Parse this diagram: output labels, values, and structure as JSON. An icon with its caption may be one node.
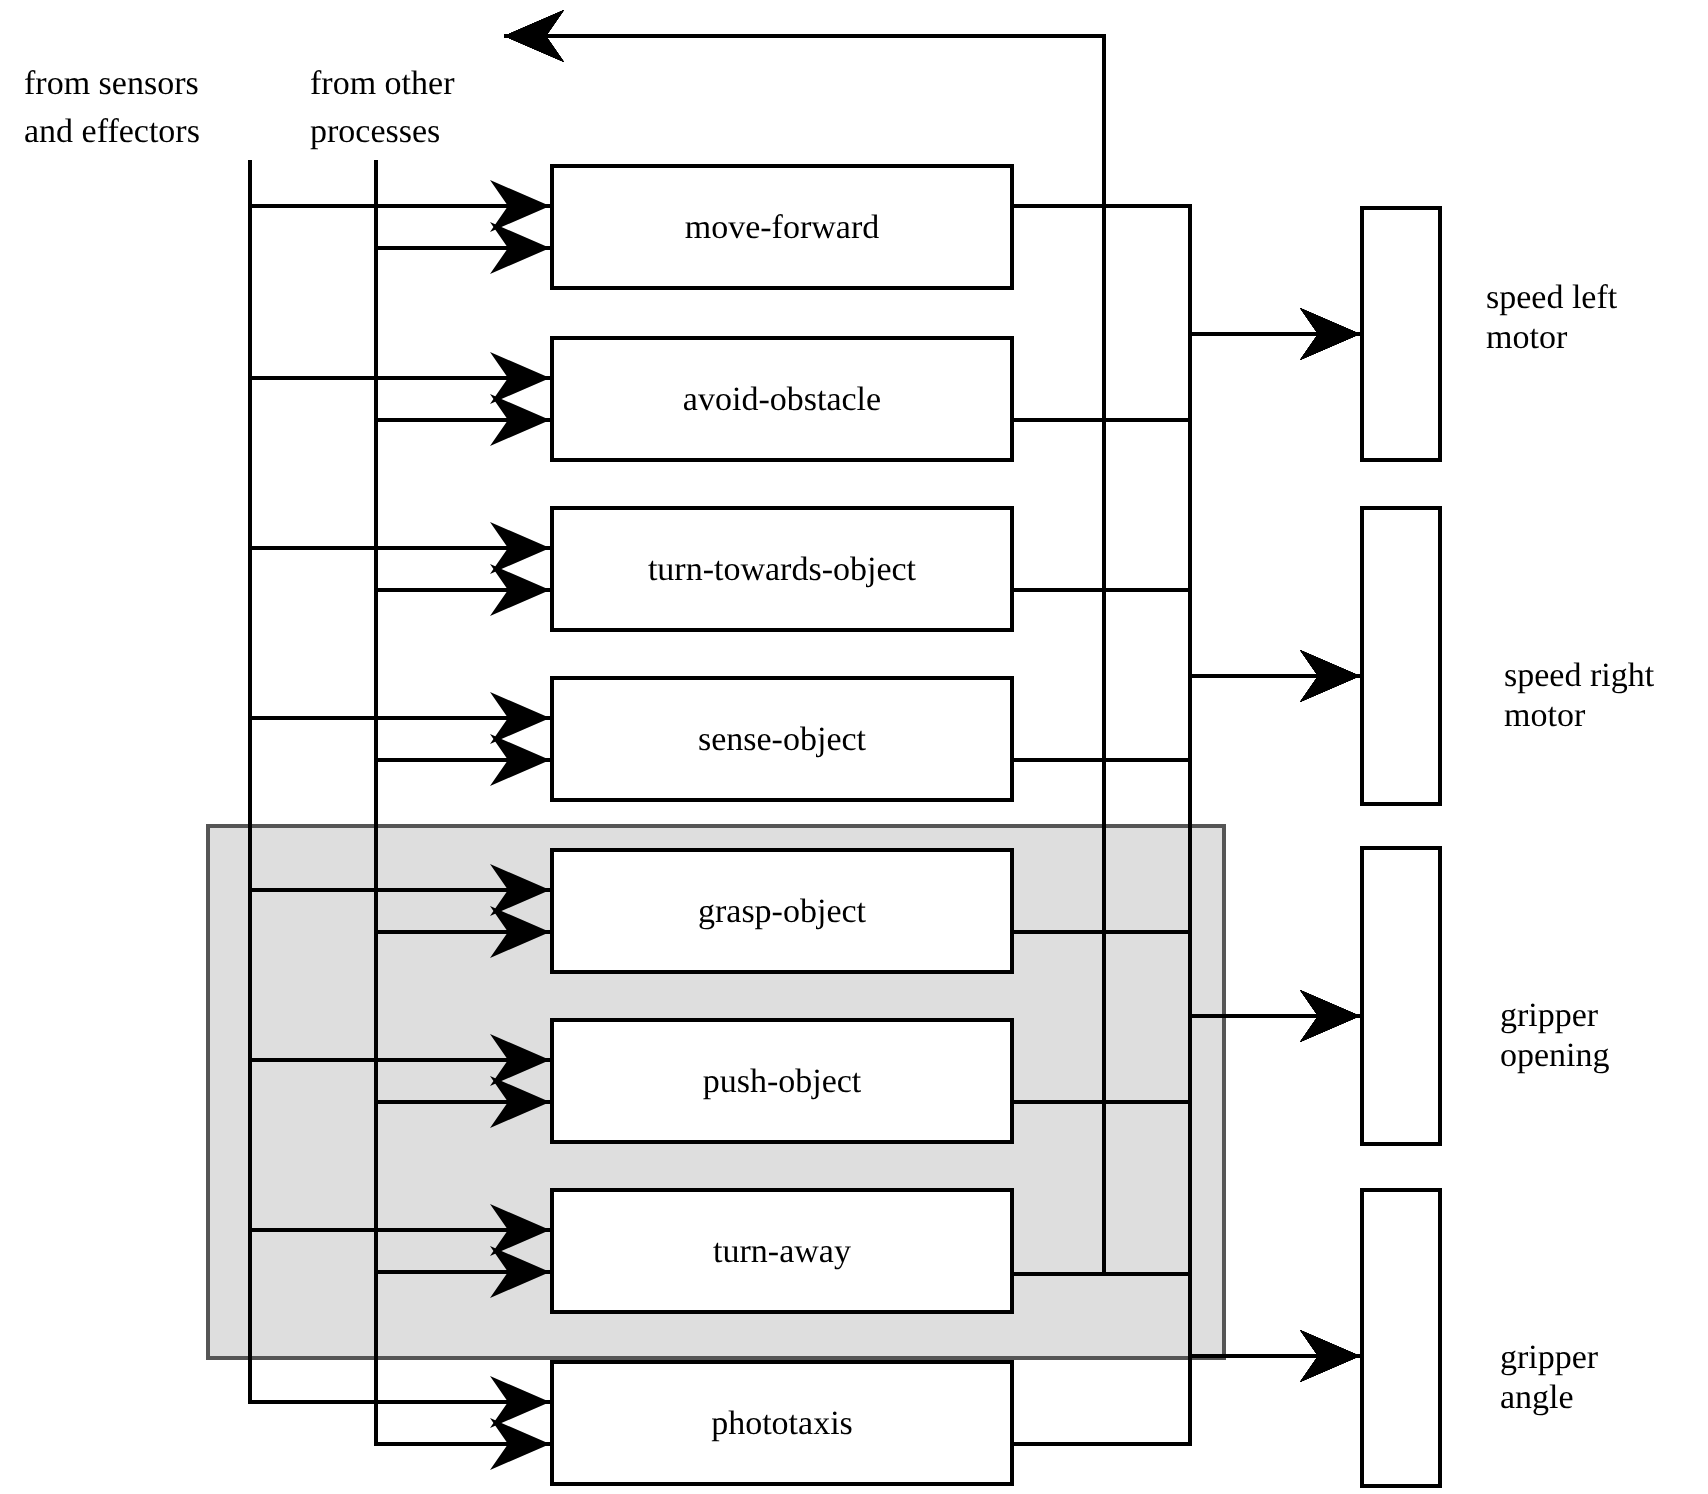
{
  "diagram": {
    "nodes": [
      {
        "text": [
          "from sensors and effectors"
        ]
      },
      {
        "text": [
          "from other processes"
        ]
      },
      {
        "text": [
          "move-forward"
        ]
      },
      {
        "text": [
          "avoid-obstacle"
        ]
      },
      {
        "text": [
          "turn-towards-object"
        ]
      },
      {
        "text": [
          "sense-object"
        ]
      },
      {
        "text": [],
        "shape": "box"
      },
      {
        "text": [
          "grasp-object"
        ],
        "in": 6
      },
      {
        "text": [
          "push-object"
        ],
        "in": 6
      },
      {
        "text": [
          "turn-away"
        ],
        "in": 6
      },
      {
        "text": [
          "phototaxis"
        ]
      },
      {
        "text": [],
        "shape": "bar",
        "beside": [
          "speed left motor"
        ]
      },
      {
        "text": [],
        "shape": "bar",
        "beside": [
          "speed right motor"
        ]
      },
      {
        "text": [],
        "shape": "bar",
        "beside": [
          "gripper opening"
        ]
      },
      {
        "text": [],
        "shape": "bar",
        "beside": [
          "gripper angle"
        ]
      }
    ],
    "edges": [
      {
        "from": 0,
        "to": 2,
        "arrow": "to"
      },
      {
        "from": 1,
        "to": 2,
        "arrow": "to"
      },
      {
        "from": 0,
        "to": 3,
        "arrow": "to"
      },
      {
        "from": 1,
        "to": 3,
        "arrow": "to"
      },
      {
        "from": 0,
        "to": 4,
        "arrow": "to"
      },
      {
        "from": 1,
        "to": 4,
        "arrow": "to"
      },
      {
        "from": 0,
        "to": 5,
        "arrow": "to"
      },
      {
        "from": 1,
        "to": 5,
        "arrow": "to"
      },
      {
        "from": 0,
        "to": 7,
        "arrow": "to"
      },
      {
        "from": 1,
        "to": 7,
        "arrow": "to"
      },
      {
        "from": 0,
        "to": 8,
        "arrow": "to"
      },
      {
        "from": 1,
        "to": 8,
        "arrow": "to"
      },
      {
        "from": 0,
        "to": 9,
        "arrow": "to"
      },
      {
        "from": 1,
        "to": 9,
        "arrow": "to"
      },
      {
        "from": 0,
        "to": 10,
        "arrow": "to"
      },
      {
        "from": 1,
        "to": 10,
        "arrow": "to"
      },
      {
        "from": 2,
        "to": 11,
        "arrow": "to"
      },
      {
        "from": 2,
        "to": 12,
        "arrow": "to"
      },
      {
        "from": 2,
        "to": 13,
        "arrow": "to"
      },
      {
        "from": 2,
        "to": 14,
        "arrow": "to"
      },
      {
        "from": 3,
        "to": 11,
        "arrow": "to"
      },
      {
        "from": 3,
        "to": 12,
        "arrow": "to"
      },
      {
        "from": 3,
        "to": 13,
        "arrow": "to"
      },
      {
        "from": 3,
        "to": 14,
        "arrow": "to"
      },
      {
        "from": 4,
        "to": 11,
        "arrow": "to"
      },
      {
        "from": 4,
        "to": 12,
        "arrow": "to"
      },
      {
        "from": 4,
        "to": 13,
        "arrow": "to"
      },
      {
        "from": 4,
        "to": 14,
        "arrow": "to"
      },
      {
        "from": 5,
        "to": 11,
        "arrow": "to"
      },
      {
        "from": 5,
        "to": 12,
        "arrow": "to"
      },
      {
        "from": 5,
        "to": 13,
        "arrow": "to"
      },
      {
        "from": 5,
        "to": 14,
        "arrow": "to"
      },
      {
        "from": 7,
        "to": 11,
        "arrow": "to"
      },
      {
        "from": 7,
        "to": 12,
        "arrow": "to"
      },
      {
        "from": 7,
        "to": 13,
        "arrow": "to"
      },
      {
        "from": 7,
        "to": 14,
        "arrow": "to"
      },
      {
        "from": 8,
        "to": 11,
        "arrow": "to"
      },
      {
        "from": 8,
        "to": 12,
        "arrow": "to"
      },
      {
        "from": 8,
        "to": 13,
        "arrow": "to"
      },
      {
        "from": 8,
        "to": 14,
        "arrow": "to"
      },
      {
        "from": 9,
        "to": 11,
        "arrow": "to"
      },
      {
        "from": 9,
        "to": 12,
        "arrow": "to"
      },
      {
        "from": 9,
        "to": 13,
        "arrow": "to"
      },
      {
        "from": 9,
        "to": 14,
        "arrow": "to"
      },
      {
        "from": 10,
        "to": 11,
        "arrow": "to"
      },
      {
        "from": 10,
        "to": 12,
        "arrow": "to"
      },
      {
        "from": 10,
        "to": 13,
        "arrow": "to"
      },
      {
        "from": 10,
        "to": 14,
        "arrow": "to"
      },
      {
        "from": 2,
        "to": 1,
        "arrow": "to"
      },
      {
        "from": 3,
        "to": 1,
        "arrow": "to"
      },
      {
        "from": 4,
        "to": 1,
        "arrow": "to"
      },
      {
        "from": 5,
        "to": 1,
        "arrow": "to"
      },
      {
        "from": 7,
        "to": 1,
        "arrow": "to"
      },
      {
        "from": 8,
        "to": 1,
        "arrow": "to"
      },
      {
        "from": 9,
        "to": 1,
        "arrow": "to"
      }
    ]
  }
}
